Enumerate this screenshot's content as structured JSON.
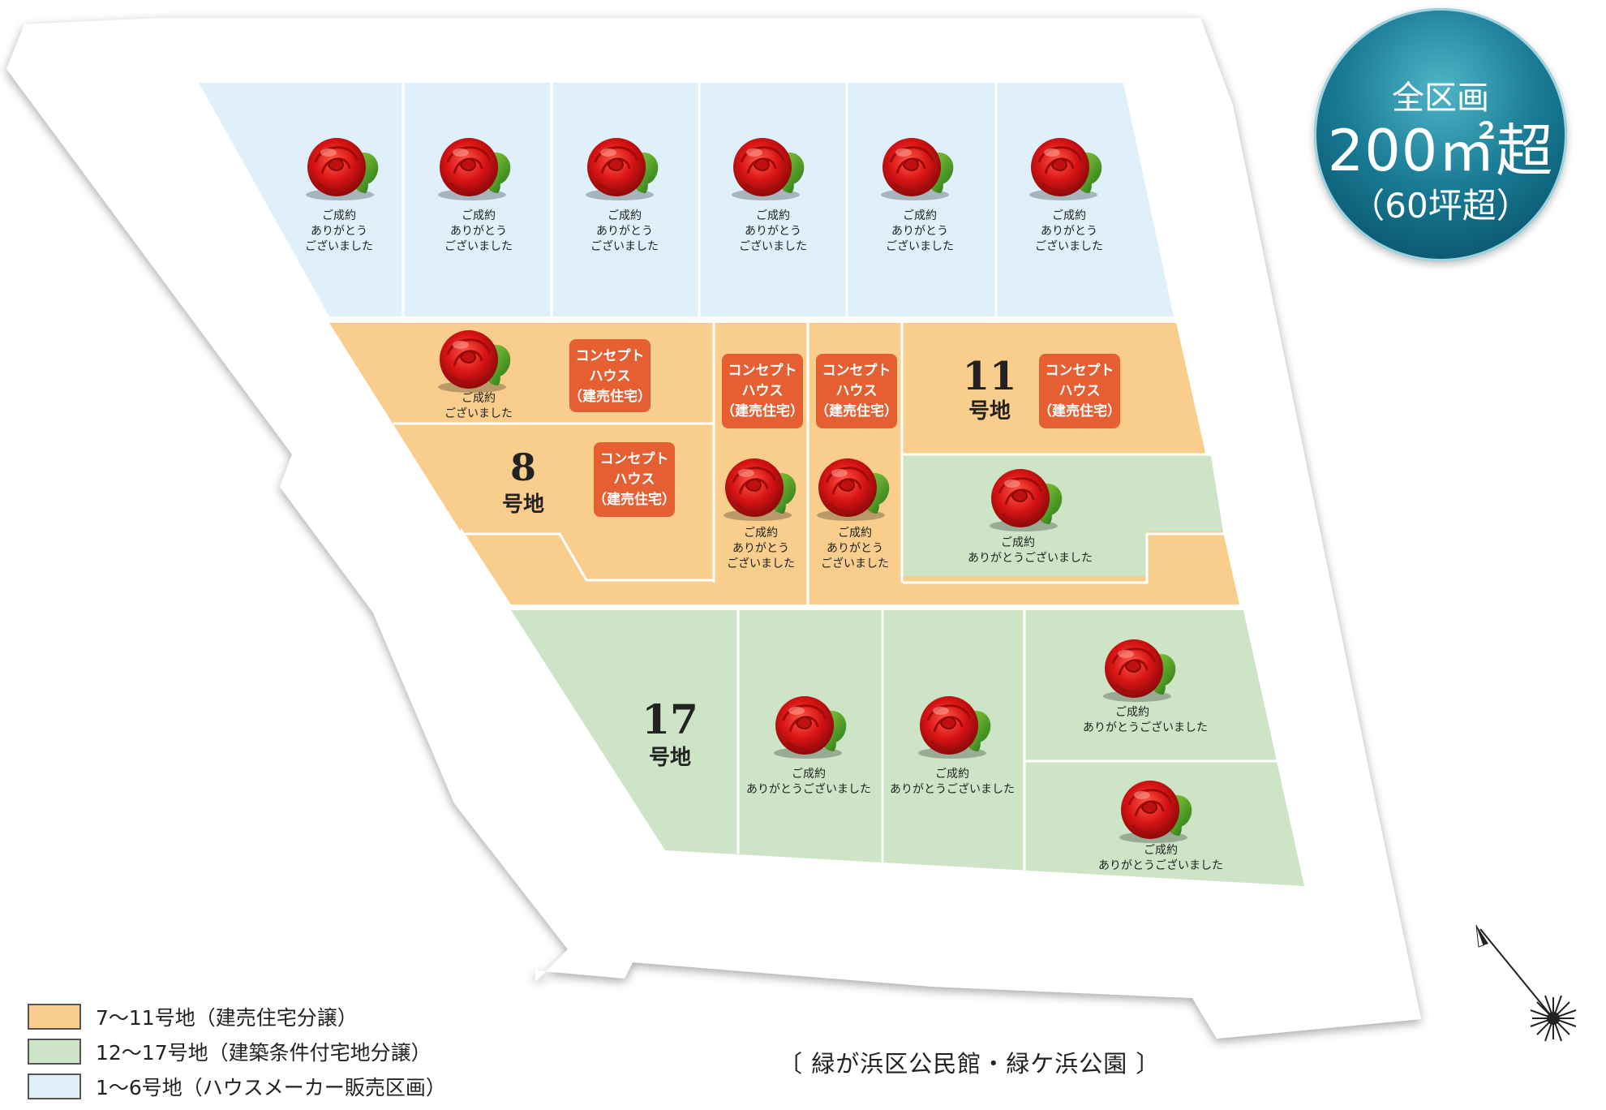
{
  "colors": {
    "built_for_sale": "#f9cd8c",
    "conditional_land": "#cde5c6",
    "housemaker": "#dff0fa",
    "concept_badge": "#e55f33",
    "lines": "#ffffff"
  },
  "badge": {
    "line1": "全区画",
    "line2": "200㎡超",
    "line3": "（60坪超）"
  },
  "sold_text": {
    "line1": "ご成約",
    "line2": "ありがとう",
    "line3": "ございました",
    "long": "ありがとうございました"
  },
  "concept": {
    "line1": "コンセプト",
    "line2": "ハウス",
    "line3": "（建売住宅）"
  },
  "lot_labels": {
    "lot8_num": "8",
    "lot11_num": "11",
    "lot17_num": "17",
    "suffix": "号地"
  },
  "legend": [
    {
      "label": "7〜11号地（建売住宅分譲）",
      "color": "#f9cd8c"
    },
    {
      "label": "12〜17号地（建築条件付宅地分譲）",
      "color": "#cde5c6"
    },
    {
      "label": "1〜6号地（ハウスメーカー販売区画）",
      "color": "#dff0fa"
    }
  ],
  "park_label": "〔 緑が浜区公民館・緑ケ浜公園 〕",
  "compass_icon": "north-arrow-icon",
  "rose_icon": "rose-icon"
}
